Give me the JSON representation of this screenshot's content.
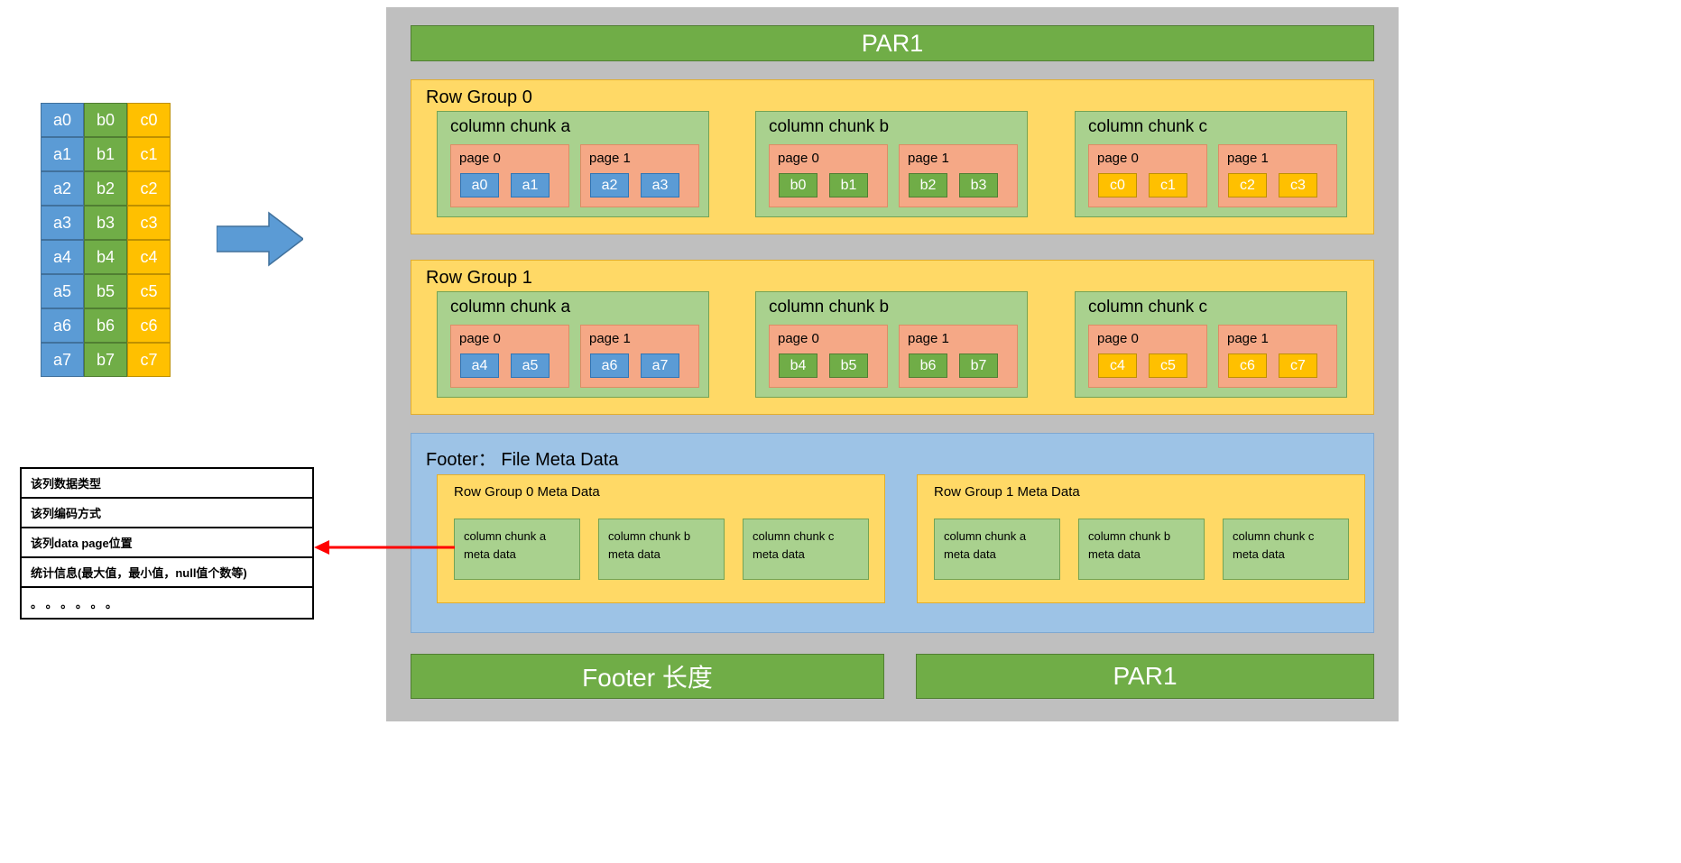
{
  "source_table": {
    "cells": [
      [
        "a0",
        "b0",
        "c0"
      ],
      [
        "a1",
        "b1",
        "c1"
      ],
      [
        "a2",
        "b2",
        "c2"
      ],
      [
        "a3",
        "b3",
        "c3"
      ],
      [
        "a4",
        "b4",
        "c4"
      ],
      [
        "a5",
        "b5",
        "c5"
      ],
      [
        "a6",
        "b6",
        "c6"
      ],
      [
        "a7",
        "b7",
        "c7"
      ]
    ]
  },
  "file": {
    "header": "PAR1",
    "row_group_0": {
      "label": "Row Group 0",
      "chunk_a": {
        "label": "column chunk a",
        "page_0": {
          "label": "page 0",
          "cell_0": "a0",
          "cell_1": "a1"
        },
        "page_1": {
          "label": "page 1",
          "cell_0": "a2",
          "cell_1": "a3"
        }
      },
      "chunk_b": {
        "label": "column chunk b",
        "page_0": {
          "label": "page 0",
          "cell_0": "b0",
          "cell_1": "b1"
        },
        "page_1": {
          "label": "page 1",
          "cell_0": "b2",
          "cell_1": "b3"
        }
      },
      "chunk_c": {
        "label": "column chunk c",
        "page_0": {
          "label": "page 0",
          "cell_0": "c0",
          "cell_1": "c1"
        },
        "page_1": {
          "label": "page 1",
          "cell_0": "c2",
          "cell_1": "c3"
        }
      }
    },
    "row_group_1": {
      "label": "Row Group 1",
      "chunk_a": {
        "label": "column chunk a",
        "page_0": {
          "label": "page 0",
          "cell_0": "a4",
          "cell_1": "a5"
        },
        "page_1": {
          "label": "page 1",
          "cell_0": "a6",
          "cell_1": "a7"
        }
      },
      "chunk_b": {
        "label": "column chunk b",
        "page_0": {
          "label": "page 0",
          "cell_0": "b4",
          "cell_1": "b5"
        },
        "page_1": {
          "label": "page 1",
          "cell_0": "b6",
          "cell_1": "b7"
        }
      },
      "chunk_c": {
        "label": "column chunk c",
        "page_0": {
          "label": "page 0",
          "cell_0": "c4",
          "cell_1": "c5"
        },
        "page_1": {
          "label": "page 1",
          "cell_0": "c6",
          "cell_1": "c7"
        }
      }
    },
    "footer": {
      "label": "Footer：  File Meta Data",
      "group_0": {
        "label": "Row Group 0 Meta Data",
        "item_a": "column chunk a meta data",
        "item_b": "column chunk b meta data",
        "item_c": "column chunk c meta data"
      },
      "group_1": {
        "label": "Row Group 1 Meta Data",
        "item_a": "column chunk a meta data",
        "item_b": "column chunk b meta data",
        "item_c": "column chunk c meta data"
      }
    },
    "footer_length": "Footer 长度",
    "trailer": "PAR1"
  },
  "meta_details": {
    "row_0": "该列数据类型",
    "row_1": "该列编码方式",
    "row_2": "该列data page位置",
    "row_3": "统计信息(最大值，最小值，null值个数等)",
    "row_4": "。 。 。 。 。 。"
  },
  "colors": {
    "column_a": "#5B9BD5",
    "column_b": "#70AD47",
    "column_c": "#FFC000",
    "row_group_bg": "#FFD966",
    "chunk_bg": "#A9D18E",
    "page_bg": "#F5A886",
    "footer_bg": "#9DC3E6",
    "green_bar": "#70AD47",
    "container_gray": "#BFBFBF",
    "arrow_red": "#FF0000",
    "arrow_blue": "#5B9BD5"
  }
}
